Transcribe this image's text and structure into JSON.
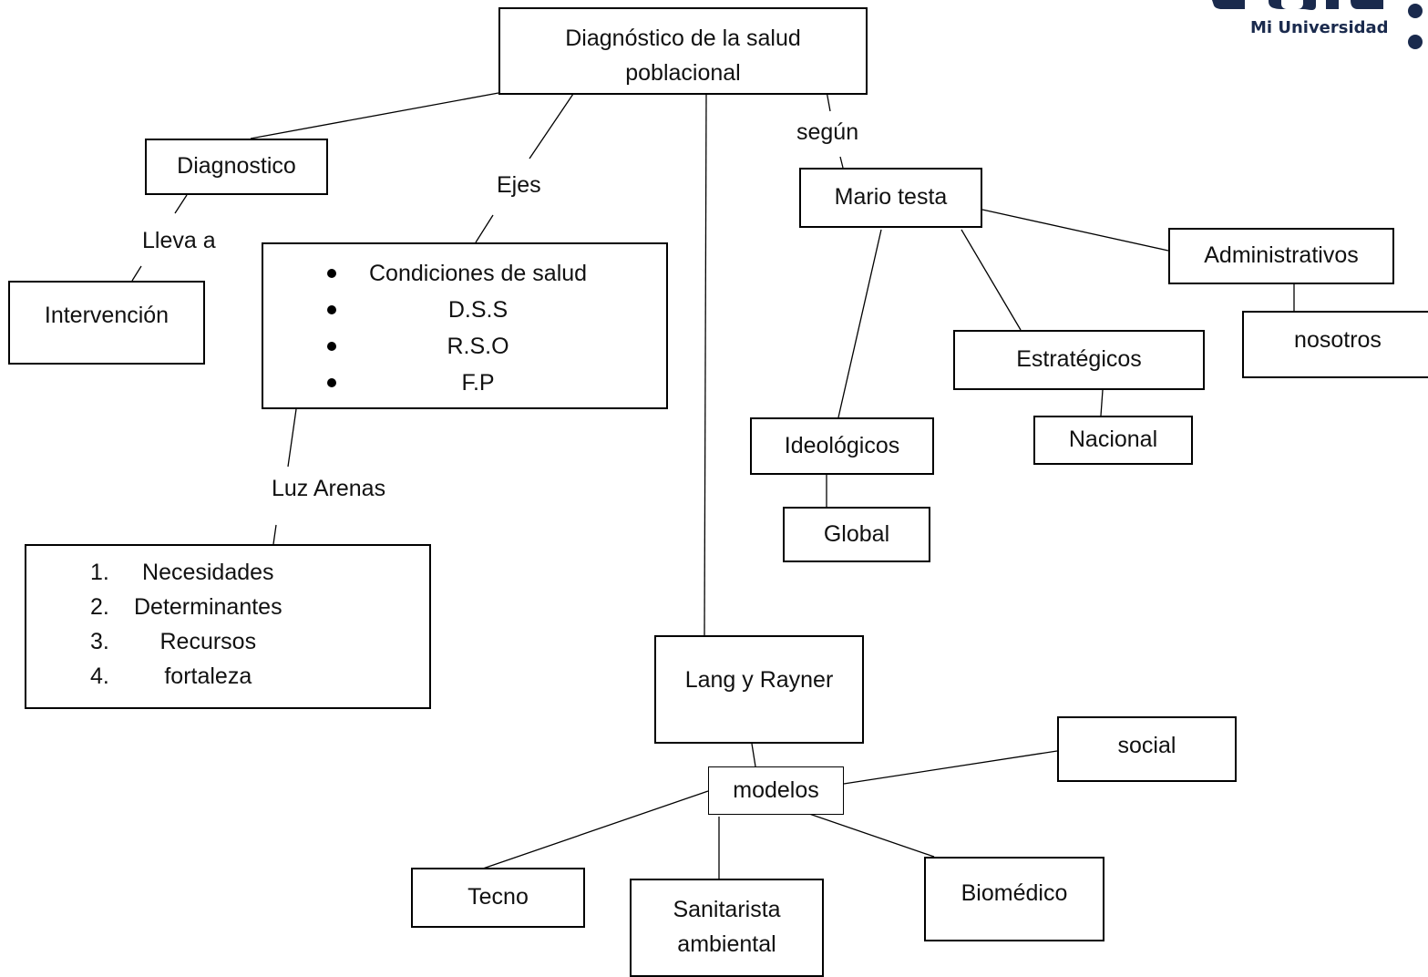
{
  "logo": {
    "text": "Mi Universidad",
    "brand_color": "#1a2a4d",
    "wordmark_fragment": "CUDC"
  },
  "root": {
    "title_line1": "Diagnóstico de la salud",
    "title_line2": "poblacional"
  },
  "left": {
    "diagnostico": "Diagnostico",
    "connector_lleva": "Lleva a",
    "intervencion": "Intervención"
  },
  "ejes": {
    "connector": "Ejes",
    "items": [
      "Condiciones de salud",
      "D.S.S",
      "R.S.O",
      "F.P"
    ]
  },
  "luz_arenas": {
    "connector": "Luz Arenas",
    "items": [
      {
        "num": "1.",
        "text": "Necesidades"
      },
      {
        "num": "2.",
        "text": "Determinantes"
      },
      {
        "num": "3.",
        "text": "Recursos"
      },
      {
        "num": "4.",
        "text": "fortaleza"
      }
    ]
  },
  "mario": {
    "connector": "según",
    "title": "Mario testa",
    "administrativos": "Administrativos",
    "nosotros": "nosotros",
    "estrategicos": "Estratégicos",
    "nacional": "Nacional",
    "ideologicos": "Ideológicos",
    "global": "Global"
  },
  "lang": {
    "title": "Lang y Rayner",
    "modelos": "modelos",
    "social": "social",
    "tecno": "Tecno",
    "sanitarista_line1": "Sanitarista",
    "sanitarista_line2": "ambiental",
    "biomedico": "Biomédico"
  }
}
